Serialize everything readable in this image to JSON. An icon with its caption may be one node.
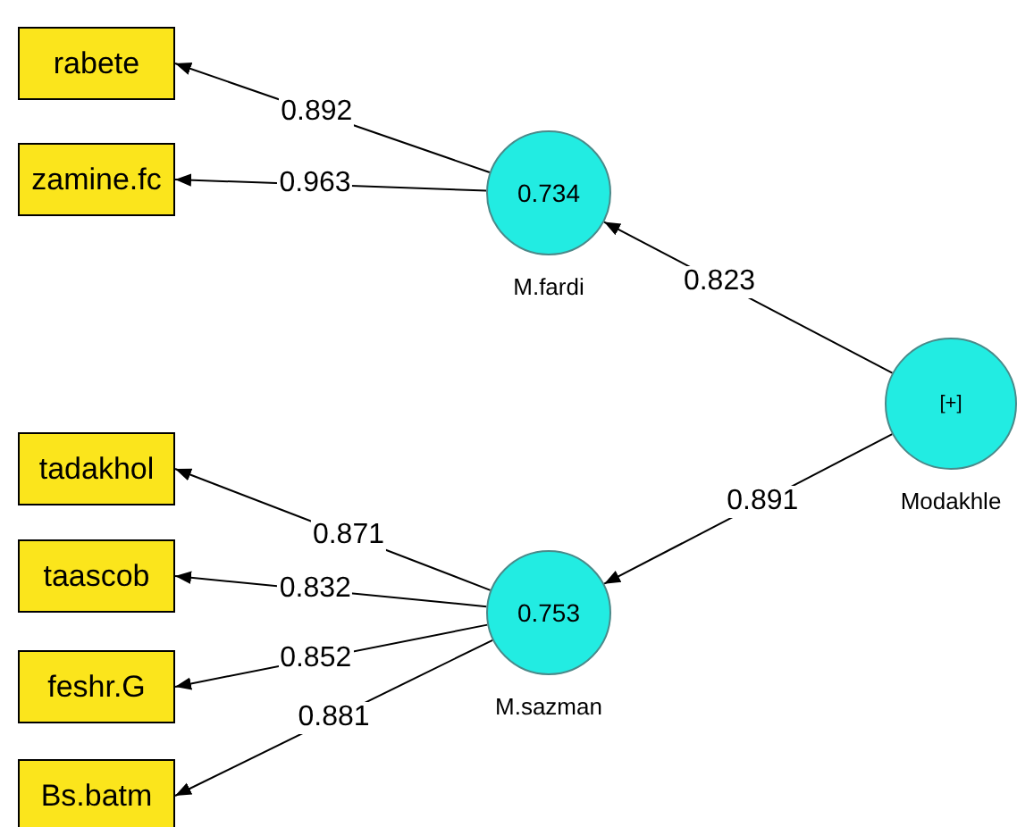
{
  "diagram": {
    "nodes": [
      {
        "text": [
          "rabete"
        ]
      },
      {
        "text": [
          "zamine.fc"
        ]
      },
      {
        "text": [
          "0.734"
        ],
        "beside": [
          "M.fardi"
        ]
      },
      {
        "text": [
          "[+]"
        ],
        "beside": [
          "Modakhle"
        ]
      },
      {
        "text": [
          "tadakhol"
        ]
      },
      {
        "text": [
          "taascob"
        ]
      },
      {
        "text": [
          "feshr.G"
        ]
      },
      {
        "text": [
          "Bs.batm"
        ]
      },
      {
        "text": [
          "0.753"
        ],
        "beside": [
          "M.sazman"
        ]
      }
    ],
    "edges": [
      {
        "from": 2,
        "to": 0,
        "arrow": "to",
        "label": "0.892"
      },
      {
        "from": 2,
        "to": 1,
        "arrow": "to",
        "label": "0.963"
      },
      {
        "from": 3,
        "to": 2,
        "arrow": "to",
        "label": "0.823"
      },
      {
        "from": 3,
        "to": 8,
        "arrow": "to",
        "label": "0.891"
      },
      {
        "from": 8,
        "to": 4,
        "arrow": "to",
        "label": "0.871"
      },
      {
        "from": 8,
        "to": 5,
        "arrow": "to",
        "label": "0.832"
      },
      {
        "from": 8,
        "to": 6,
        "arrow": "to",
        "label": "0.852"
      },
      {
        "from": 8,
        "to": 7,
        "arrow": "to",
        "label": "0.881"
      }
    ]
  }
}
